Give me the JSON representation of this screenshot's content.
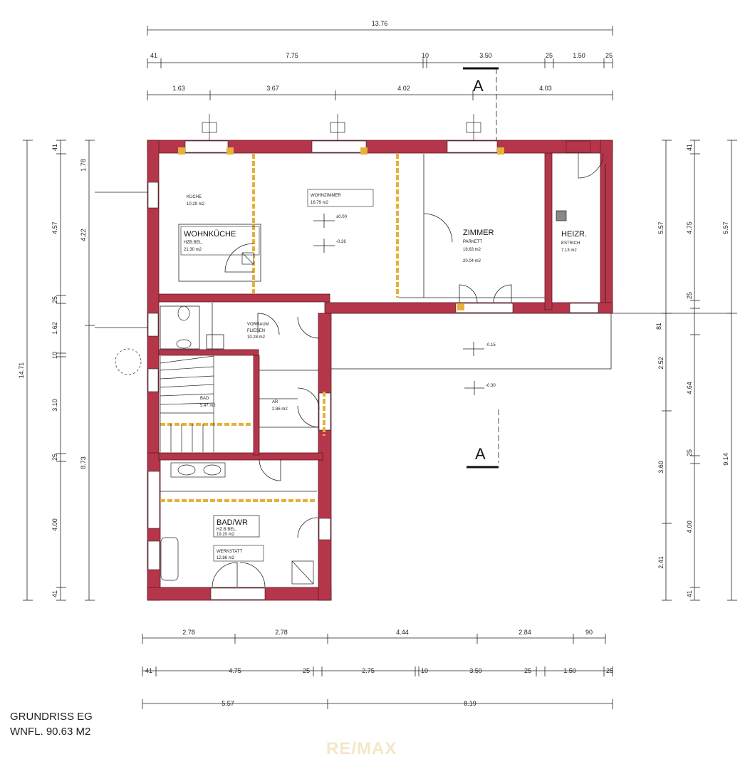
{
  "title": {
    "line1": "GRUNDRISS EG",
    "line2": "WNFL. 90.63 M2"
  },
  "watermark": "RE/MAX",
  "colors": {
    "wall": "#b5364a",
    "wall_edge": "#5a1a22",
    "wood": "#e6b13a",
    "line": "#222222"
  },
  "dims_top": {
    "row1": [
      "13.76"
    ],
    "row2": [
      "41",
      "7.75",
      "10",
      "3.50",
      "25",
      "1.50",
      "25"
    ],
    "row3": [
      "1.63",
      "3.67",
      "4.02",
      "4.03"
    ]
  },
  "dims_bottom": {
    "row1": [
      "2.78",
      "2.78",
      "4.44",
      "2.84",
      "90"
    ],
    "row2": [
      "41",
      "4.75",
      "25",
      "2.75",
      "10",
      "3.50",
      "25",
      "1.50",
      "25"
    ],
    "row3": [
      "5.57",
      "8.19"
    ]
  },
  "dims_left": {
    "outer": [
      "14.71"
    ],
    "middle": [
      "4.22",
      "8.73"
    ],
    "inner": [
      "41",
      "1.78",
      "4.57",
      "25",
      "1.62",
      "10",
      "3.10",
      "25",
      "4.00",
      "41"
    ]
  },
  "dims_right": {
    "inner": [
      "5.57",
      "2.52",
      "3.60",
      "2.41"
    ],
    "middle": [
      "41",
      "4.75",
      "25",
      "81",
      "4.64",
      "25",
      "4.00",
      "41"
    ],
    "outer": [
      "5.57",
      "9.14"
    ]
  },
  "rooms": {
    "kueche": {
      "name": "KÜCHE",
      "area": "10.29 m2"
    },
    "wohnkueche": {
      "name": "WOHNKÜCHE",
      "floor": "HZB.BEL.",
      "area": "21.30 m2"
    },
    "wohnzimmer": {
      "name": "WOHNZIMMER",
      "area": "16.79 m2"
    },
    "zimmer": {
      "name": "ZIMMER",
      "floor": "PARKETT",
      "area": "18.63 m2",
      "extra": "20.04 m2"
    },
    "heizr": {
      "name": "HEIZR.",
      "floor": "ESTRICH",
      "area": "7.13 m2"
    },
    "vorraum": {
      "name": "VORRAUM",
      "floor": "FLIESEN",
      "area": "10.28 m2"
    },
    "bad_small": {
      "name": "BAD",
      "area": "5.47 m2"
    },
    "ar": {
      "name": "AR",
      "area": "2.86 m2"
    },
    "badwr": {
      "name": "BAD/WR",
      "floor": "HZ.B.BEL.",
      "area": "19.20 m2"
    },
    "werkstatt": {
      "name": "WERKSTATT",
      "area": "12.86 m2"
    }
  },
  "levels": {
    "wohnzimmer_1": "±0.00",
    "wohnzimmer_2": "-0.26",
    "terrace_1": "-0.15",
    "terrace_2": "-0.30"
  },
  "section": {
    "top": "A",
    "bottom": "A"
  }
}
